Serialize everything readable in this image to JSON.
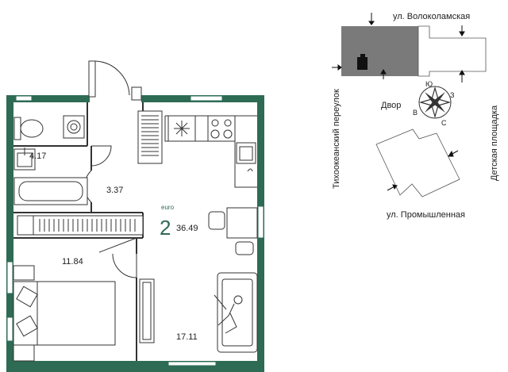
{
  "apartment": {
    "type_label": "euro",
    "rooms": "2",
    "total_area": "36.49"
  },
  "room_areas": {
    "bathroom": "4.17",
    "hallway": "3.37",
    "bedroom": "11.84",
    "living_room": "17.11"
  },
  "site_plan": {
    "streets": {
      "north": "ул. Волоколамская",
      "west": "Тихоокеанский переулок",
      "east": "Детская площадка",
      "south": "ул. Промышленная"
    },
    "courtyard": "Двор",
    "compass": {
      "n": "С",
      "s": "Ю",
      "e": "З",
      "w": "В"
    },
    "colors": {
      "building": "#7a7a7a",
      "marker": "#111111"
    }
  },
  "colors": {
    "wall": "#2e6b55",
    "line": "#333333"
  }
}
